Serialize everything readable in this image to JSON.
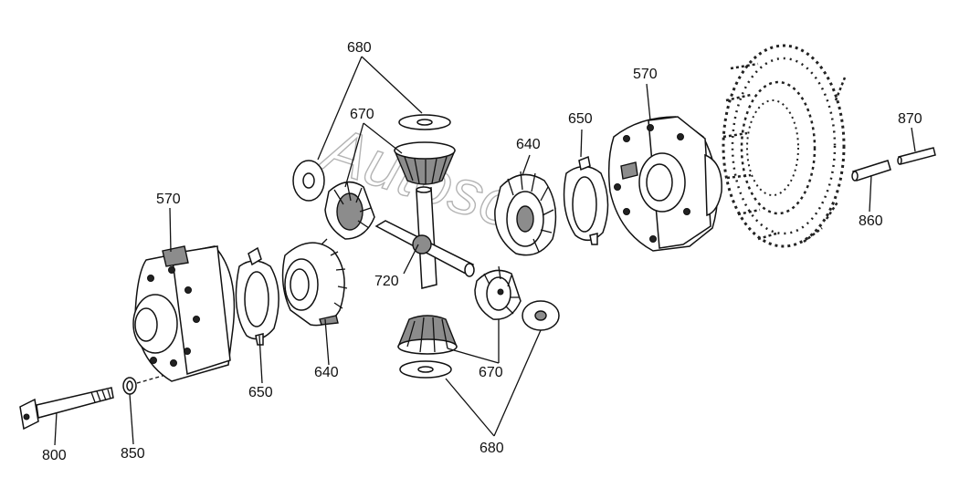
{
  "watermark": "Autosoft",
  "labels": {
    "l680_top": "680",
    "l670_top": "670",
    "l570_left": "570",
    "l650_left": "650",
    "l640_left": "640",
    "l720": "720",
    "l670_bottom": "670",
    "l680_bottom": "680",
    "l640_right": "640",
    "l650_right": "650",
    "l570_right": "570",
    "l870": "870",
    "l860": "860",
    "l800": "800",
    "l850": "850"
  }
}
